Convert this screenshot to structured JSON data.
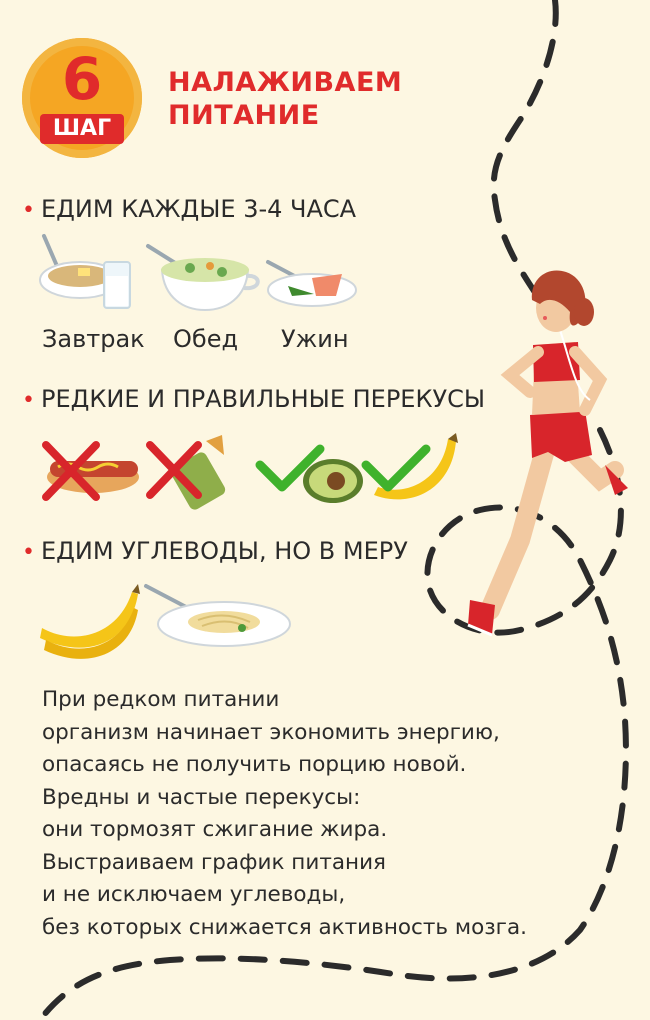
{
  "header": {
    "step_number": "6",
    "step_label": "ШАГ",
    "title_line1": "НАЛАЖИВАЕМ",
    "title_line2": "ПИТАНИЕ"
  },
  "sections": [
    {
      "text": "ЕДИМ КАЖДЫЕ 3-4 ЧАСА"
    },
    {
      "text": "РЕДКИЕ И ПРАВИЛЬНЫЕ ПЕРЕКУСЫ"
    },
    {
      "text": "ЕДИМ УГЛЕВОДЫ, НО В МЕРУ"
    }
  ],
  "meals": [
    {
      "label": "Завтрак"
    },
    {
      "label": "Обед"
    },
    {
      "label": "Ужин"
    }
  ],
  "paragraph": [
    "При редком питании",
    "организм начинает экономить энергию,",
    "опасаясь не получить порцию новой.",
    "Вредны и частые перекусы:",
    "они тормозят сжигание жира.",
    "Выстраиваем график питания",
    "и не исключаем углеводы,",
    "без которых снижается активность мозга."
  ],
  "colors": {
    "background": "#fdf7e2",
    "accent_red": "#e02b2b",
    "badge_orange": "#f5a623",
    "check_green": "#3fb22c",
    "banana_yellow": "#f5c518",
    "path_dash": "#2b2b2b"
  },
  "icons": [
    "porridge-bowl-icon",
    "milk-glass-icon",
    "soup-bowl-icon",
    "salmon-plate-icon",
    "hotdog-icon",
    "burrito-icon",
    "avocado-icon",
    "banana-icon",
    "red-x-icon",
    "green-check-icon",
    "pasta-plate-icon",
    "runner-illustration"
  ]
}
